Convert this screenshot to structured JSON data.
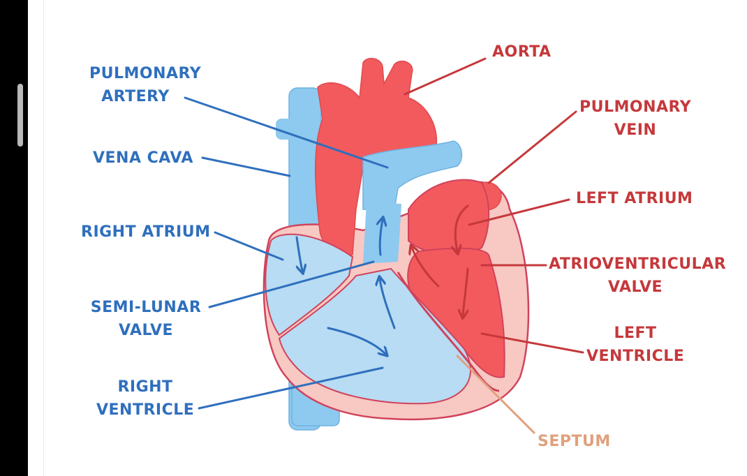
{
  "labels": {
    "pulmonary_artery": "PULMONARY\nARTERY",
    "vena_cava": "VENA CAVA",
    "right_atrium": "RIGHT ATRIUM",
    "semi_lunar_valve": "SEMI-LUNAR\nVALVE",
    "right_ventricle": "RIGHT\nVENTRICLE",
    "aorta": "AORTA",
    "pulmonary_vein": "PULMONARY\nVEIN",
    "left_atrium": "LEFT ATRIUM",
    "atrioventricular_valve": "ATRIOVENTRICULAR\nVALVE",
    "left_ventricle": "LEFT\nVENTRICLE",
    "septum": "SEPTUM"
  },
  "colors": {
    "deoxygenated_label": "#2f6fbd",
    "oxygenated_label": "#c5383b",
    "septum_label": "#e0a07e",
    "vessel_blue": "#8ec9ef",
    "vessel_red": "#f25a5e",
    "heart_wall": "#f8c8c3",
    "outline": "#d0435c"
  }
}
